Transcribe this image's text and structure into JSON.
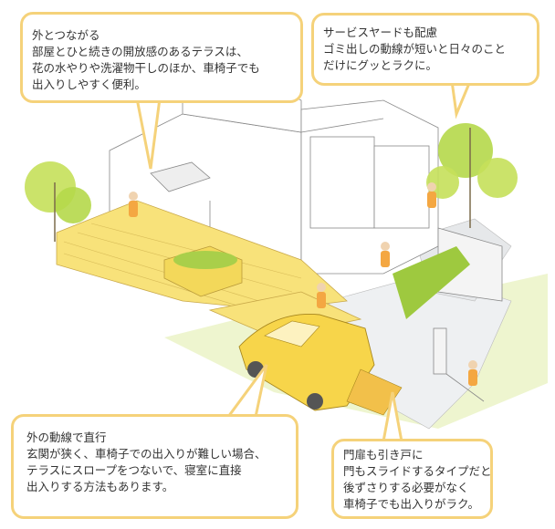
{
  "colors": {
    "callout_border": "#f5d27a",
    "deck": "#f8e27a",
    "car": "#f7d54a",
    "tree": "#b5d84a",
    "lawn": "#e3efb0"
  },
  "callouts": [
    {
      "lines": [
        "外とつながる",
        "部屋とひと続きの開放感のあるテラスは、",
        "花の水やりや洗濯物干しのほか、車椅子でも",
        "出入りしやすく便利。"
      ]
    },
    {
      "lines": [
        "サービスヤードも配慮",
        "ゴミ出しの動線が短いと日々のこと",
        "だけにグッとラクに。"
      ]
    },
    {
      "lines": [
        "外の動線で直行",
        "玄関が狭く、車椅子での出入りが難しい場合、",
        "テラスにスロープをつないで、寝室に直接",
        "出入りする方法もあります。"
      ]
    },
    {
      "lines": [
        "門扉も引き戸に",
        "門もスライドするタイプだと",
        "後ずさりする必要がなく",
        "車椅子でも出入りがラク。"
      ]
    }
  ]
}
